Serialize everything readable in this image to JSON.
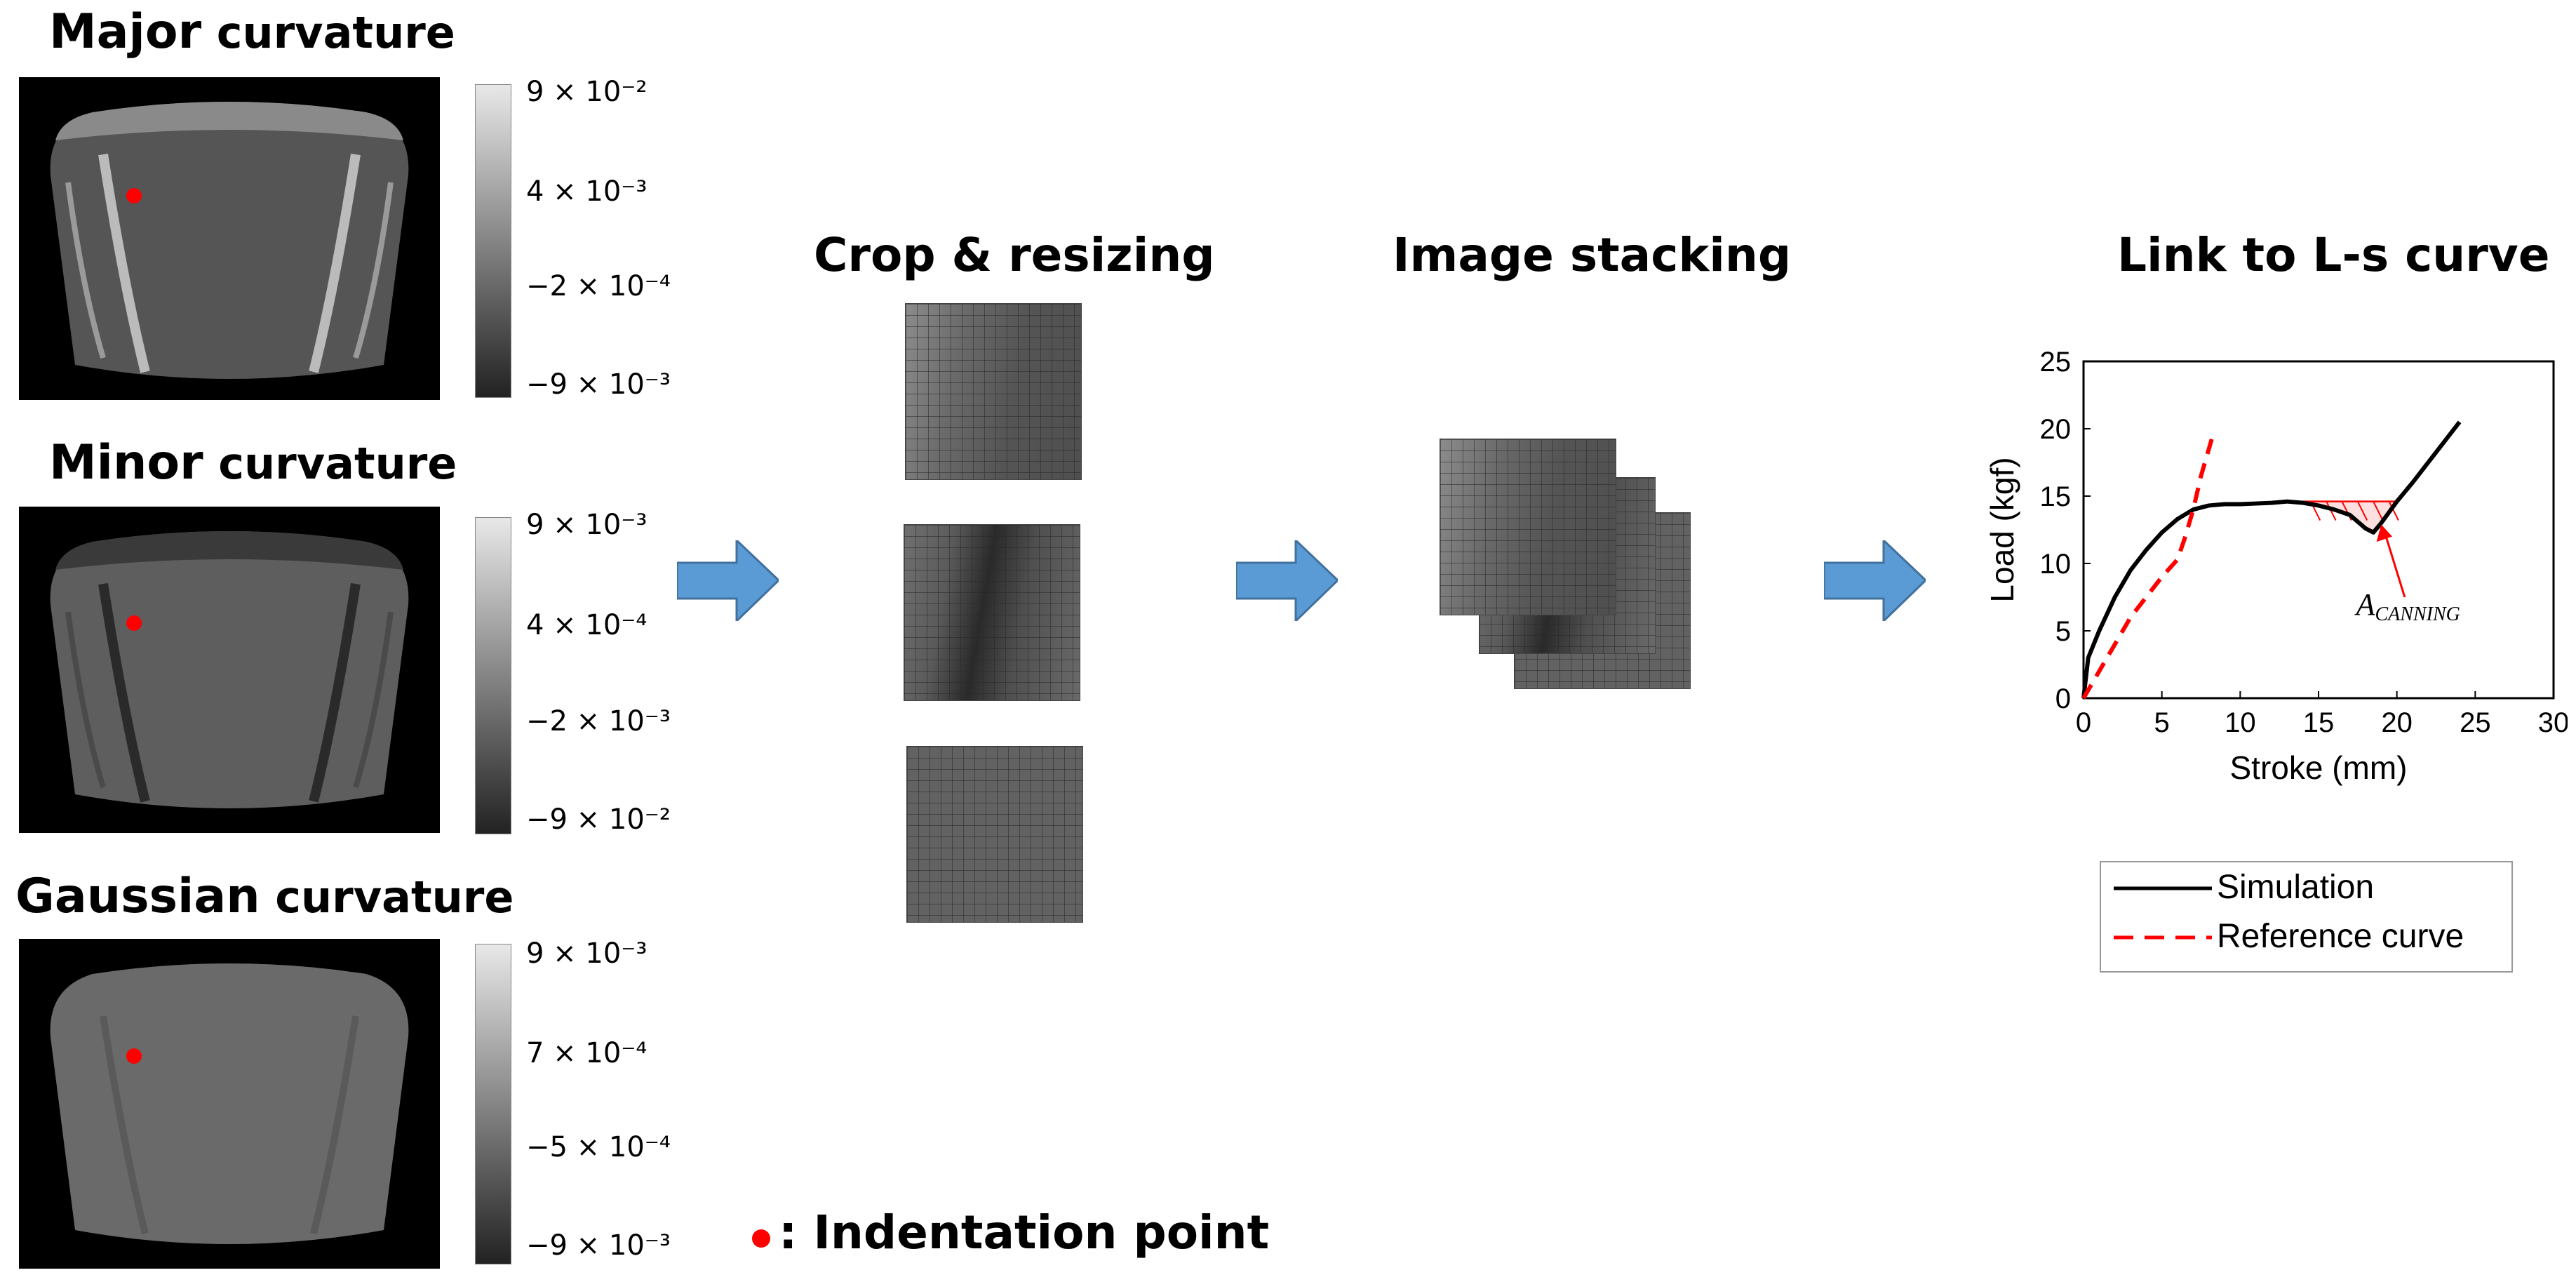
{
  "panels": [
    {
      "title_big": "Major",
      "title_rest": " curvature",
      "colorbar": [
        "9 × 10⁻²",
        "4 × 10⁻³",
        "−2 × 10⁻⁴",
        "−9 × 10⁻³"
      ]
    },
    {
      "title_big": "Minor",
      "title_rest": " curvature",
      "colorbar": [
        "9 × 10⁻³",
        "4 × 10⁻⁴",
        "−2 × 10⁻³",
        "−9 × 10⁻²"
      ]
    },
    {
      "title_big": "Gaussian",
      "title_rest": " curvature",
      "colorbar": [
        "9 × 10⁻³",
        "7 × 10⁻⁴",
        "−5 × 10⁻⁴",
        "−9 × 10⁻³"
      ]
    }
  ],
  "steps": {
    "crop": "Crop & resizing",
    "stack": "Image stacking",
    "link": "Link to L-s curve"
  },
  "indentation_label": ": Indentation point",
  "colors": {
    "arrow": "#5b9bd5",
    "indent": "#ff0000",
    "reference": "#ff0000",
    "simulation": "#000000"
  },
  "chart_data": {
    "type": "line",
    "xlabel": "Stroke (mm)",
    "ylabel": "Load (kgf)",
    "xlim": [
      0,
      30
    ],
    "ylim": [
      0,
      25
    ],
    "xticks": [
      0,
      5,
      10,
      15,
      20,
      25,
      30
    ],
    "yticks": [
      0,
      5,
      10,
      15,
      20,
      25
    ],
    "annotation": "A_CANNING",
    "series": [
      {
        "name": "Simulation",
        "style": "solid",
        "color": "#000000",
        "x": [
          0,
          0.3,
          1,
          2,
          3,
          4,
          5,
          6,
          7,
          8,
          9,
          10,
          11,
          12,
          13,
          14,
          15,
          16,
          17,
          18,
          18.5,
          19,
          20,
          21,
          22,
          23,
          24
        ],
        "y": [
          0,
          3,
          5,
          7.5,
          9.5,
          11,
          12.3,
          13.3,
          14,
          14.3,
          14.4,
          14.4,
          14.45,
          14.5,
          14.6,
          14.5,
          14.3,
          14,
          13.6,
          12.6,
          12.3,
          13,
          14.6,
          16,
          17.5,
          19,
          20.5
        ]
      },
      {
        "name": "Reference curve",
        "style": "dashed",
        "color": "#ff0000",
        "x": [
          0,
          1,
          2,
          3,
          4,
          5,
          6,
          6.5,
          7,
          7.5,
          8,
          8.3
        ],
        "y": [
          0,
          2,
          4,
          6,
          7.5,
          9,
          10.3,
          12,
          14,
          16.5,
          18.5,
          19.7
        ]
      }
    ]
  }
}
